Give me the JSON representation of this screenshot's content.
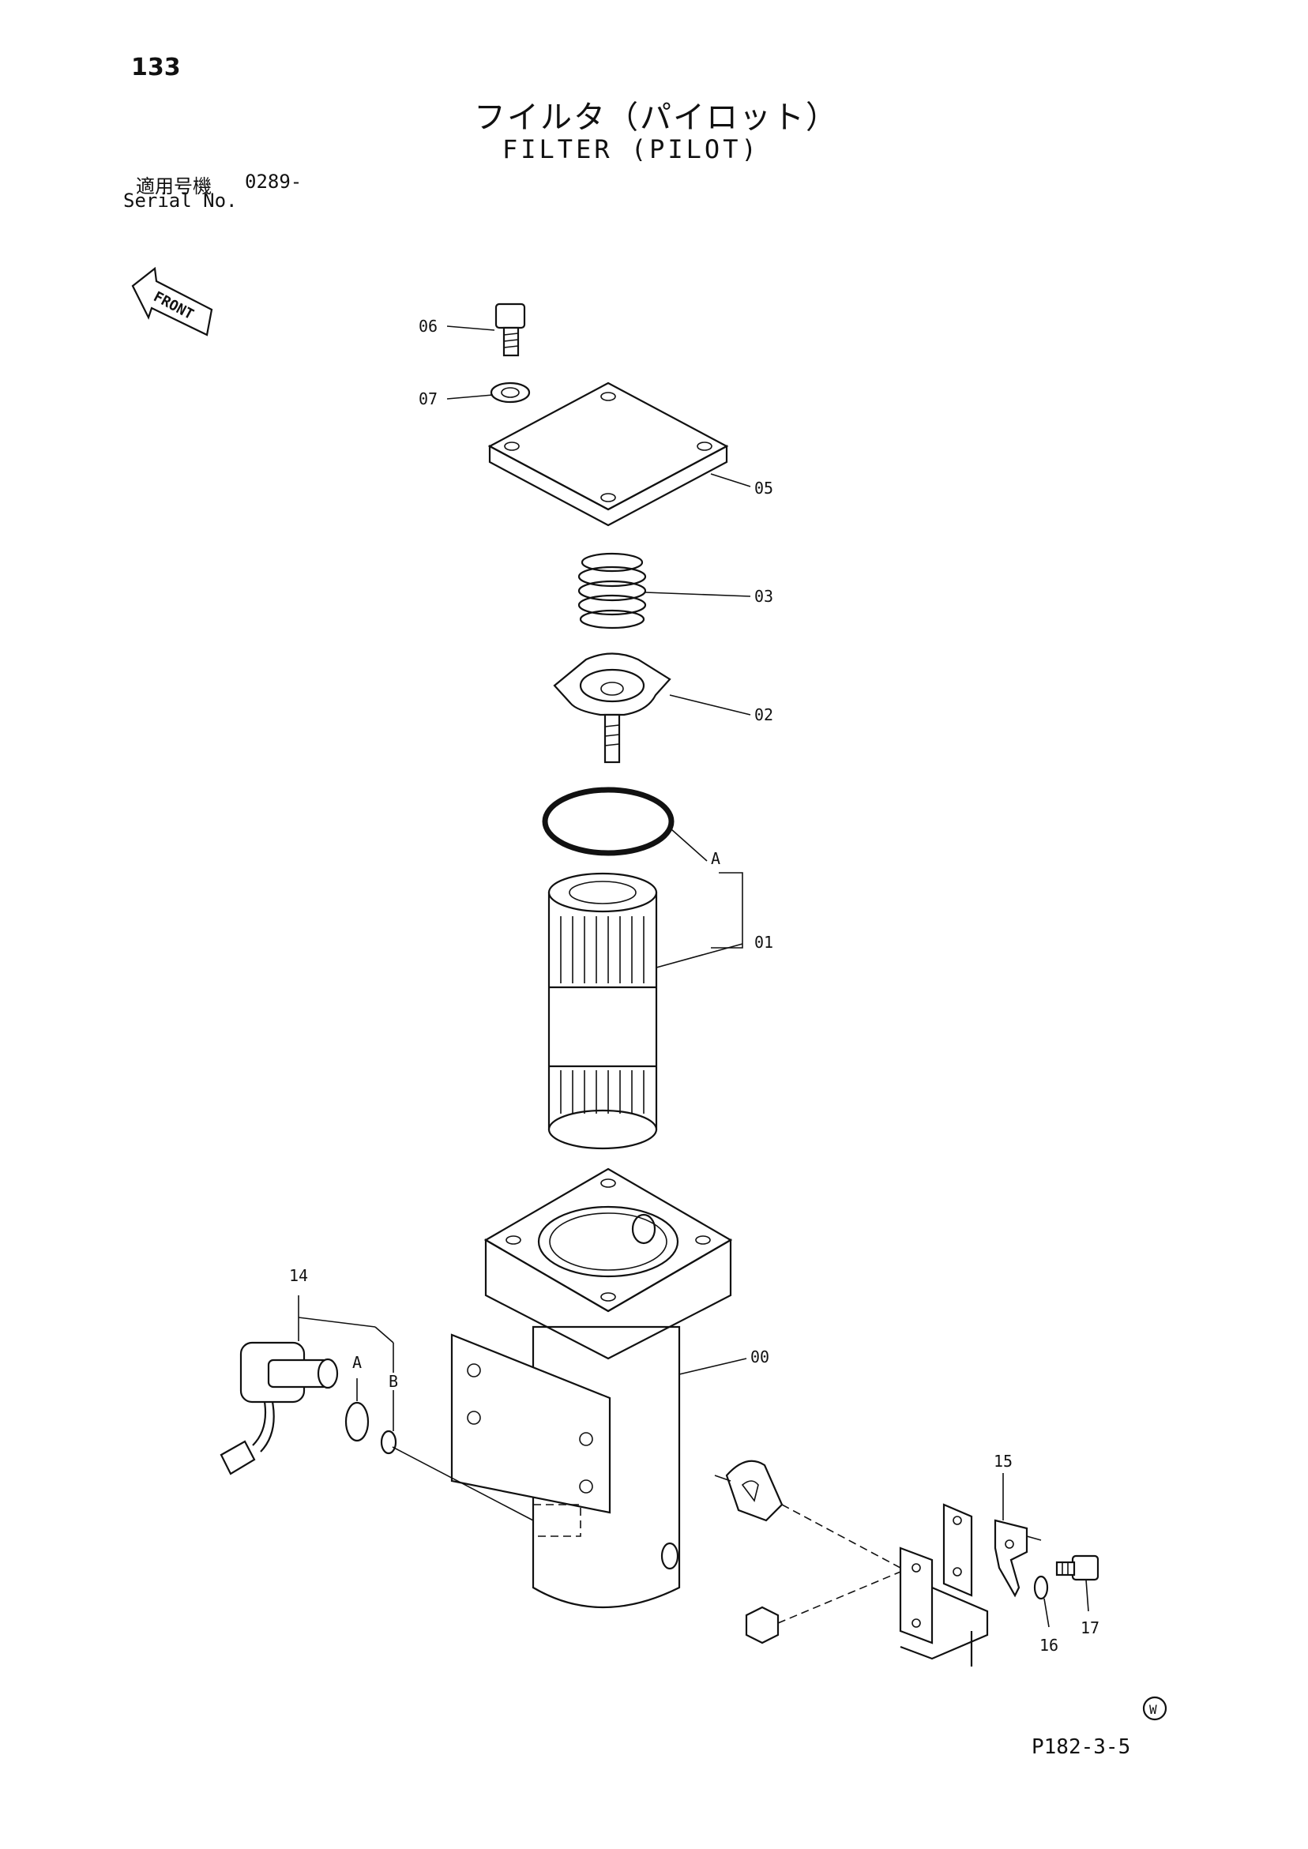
{
  "page_number": "133",
  "title_jp": "フイルタ（パイロット）",
  "title_en": "FILTER (PILOT)",
  "serial": {
    "label_jp": "適用号機",
    "value": "0289-",
    "label_en": "Serial No."
  },
  "front_label": "FRONT",
  "ref_code": "P182-3-5",
  "w_mark": "W",
  "callouts": {
    "c00": "00",
    "c01": "01",
    "c02": "02",
    "c03": "03",
    "c05": "05",
    "c06": "06",
    "c07": "07",
    "c14": "14",
    "c15": "15",
    "c16": "16",
    "c17": "17",
    "cA1": "A",
    "cA2": "A",
    "cB": "B"
  }
}
